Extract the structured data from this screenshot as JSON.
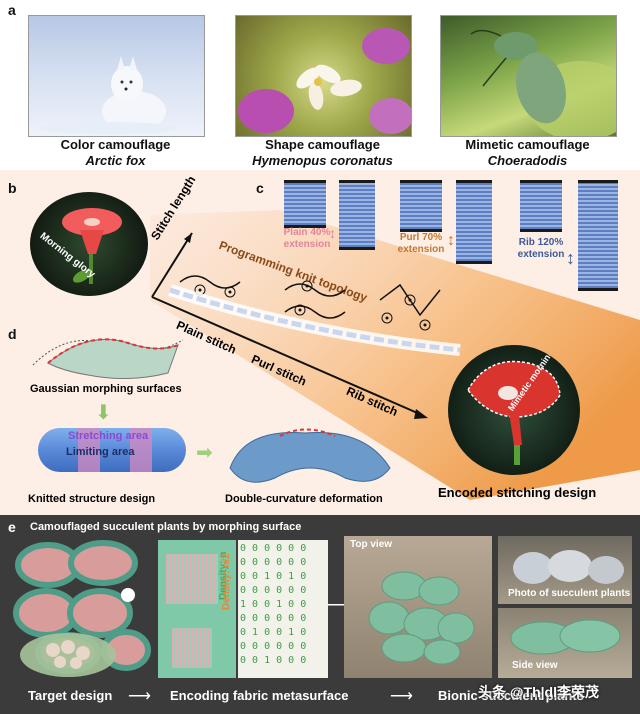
{
  "panel_a": {
    "label": "a",
    "items": [
      {
        "type": "Color camouflage",
        "species": "Arctic fox"
      },
      {
        "type": "Shape camouflage",
        "species": "Hymenopus coronatus"
      },
      {
        "type": "Mimetic camouflage",
        "species": "Choeradodis"
      }
    ]
  },
  "panel_b": {
    "label": "b",
    "flower_label": "Morning glory",
    "axis_label": "Stitch length",
    "band_label": "Programming knit topology",
    "stitches": [
      "Plain stitch",
      "Purl stitch",
      "Rib stitch"
    ],
    "mimetic_label": "Mimetic morning glory",
    "footer": "Encoded stitching design"
  },
  "panel_c": {
    "label": "c",
    "samples": [
      {
        "line1": "Plain 40%",
        "line2": "extension",
        "color": "#e3849a"
      },
      {
        "line1": "Purl 70%",
        "line2": "extension",
        "color": "#c4762e"
      },
      {
        "line1": "Rib 120%",
        "line2": "extension",
        "color": "#3d5a9a"
      }
    ]
  },
  "panel_d": {
    "label": "d",
    "gaussian": "Gaussian morphing surfaces",
    "stretching": "Stretching area",
    "limiting": "Limiting area",
    "knitted": "Knitted structure design",
    "double": "Double-curvature deformation"
  },
  "panel_e": {
    "label": "e",
    "title": "Camouflaged succulent plants by morphing surface",
    "density_n": "Density: n",
    "density_n2": "Density: n/2",
    "top_view": "Top view",
    "photo_label": "Photo of succulent plants",
    "side_view": "Side view",
    "flow": [
      "Target design",
      "Encoding fabric metasurface",
      "Bionic succulent plants"
    ],
    "watermark": "头条 @Th|dl李荣茂"
  },
  "colors": {
    "panel_bg": "#fdeee6",
    "dark_bg": "#3b3b3b",
    "accent_orange": "#e8923a",
    "pink": "#e3849a",
    "blue": "#3d5a9a"
  }
}
